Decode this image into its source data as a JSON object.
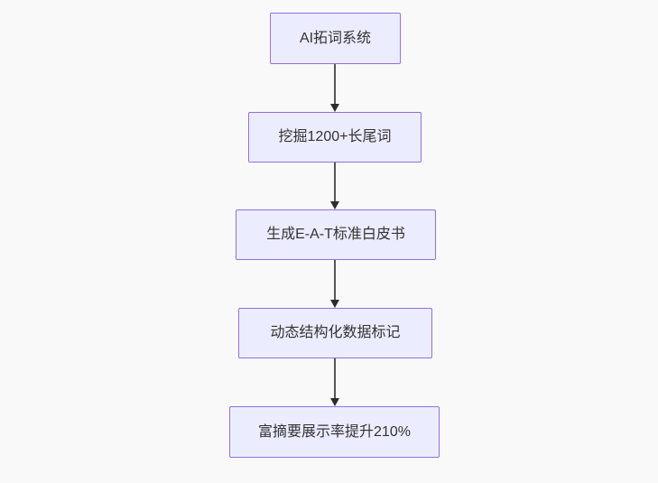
{
  "theme": {
    "page_bg": "#f9f9f9",
    "node_fill": "#ECECFF",
    "node_border": "#9370DB",
    "text_color": "#333333",
    "edge_color": "#555555",
    "arrowhead_color": "#2b2b2b"
  },
  "flowchart": {
    "type": "flow-top-down",
    "nodes": [
      {
        "id": "node-1",
        "label": "AI拓词系统"
      },
      {
        "id": "node-2",
        "label": "挖掘1200+长尾词"
      },
      {
        "id": "node-3",
        "label": "生成E-A-T标准白皮书"
      },
      {
        "id": "node-4",
        "label": "动态结构化数据标记"
      },
      {
        "id": "node-5",
        "label": "富摘要展示率提升210%"
      }
    ],
    "edges": [
      {
        "from": "node-1",
        "to": "node-2"
      },
      {
        "from": "node-2",
        "to": "node-3"
      },
      {
        "from": "node-3",
        "to": "node-4"
      },
      {
        "from": "node-4",
        "to": "node-5"
      }
    ]
  }
}
